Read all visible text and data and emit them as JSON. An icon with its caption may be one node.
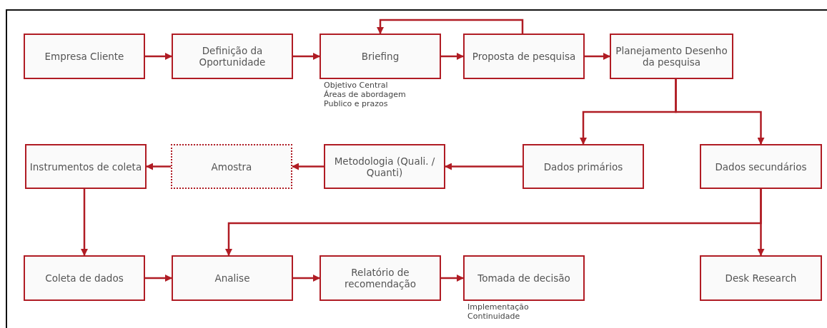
{
  "diagram": {
    "nodes": [
      {
        "text": [
          "Empresa Cliente"
        ]
      },
      {
        "text": [
          "Definição da Oportunidade"
        ]
      },
      {
        "text": [
          "Briefing"
        ],
        "beside": [
          "Objetivo Central",
          "Áreas de abordagem",
          "Publico e prazos"
        ]
      },
      {
        "text": [
          "Proposta de pesquisa"
        ]
      },
      {
        "text": [
          "Planejamento Desenho da pesquisa"
        ]
      },
      {
        "text": [
          "Instrumentos de coleta"
        ]
      },
      {
        "text": [
          "Amostra"
        ]
      },
      {
        "text": [
          "Metodologia (Quali. / Quanti)"
        ]
      },
      {
        "text": [
          "Dados primários"
        ]
      },
      {
        "text": [
          "Dados secundários"
        ]
      },
      {
        "text": [
          "Coleta de dados"
        ]
      },
      {
        "text": [
          "Analise"
        ]
      },
      {
        "text": [
          "Relatório de recomendação"
        ]
      },
      {
        "text": [
          "Tomada de decisão"
        ],
        "beside": [
          "Implementação",
          "Continuidade"
        ]
      },
      {
        "text": [
          "Desk Research"
        ]
      }
    ],
    "edges": [
      {
        "from": 0,
        "to": 1,
        "arrow": "to"
      },
      {
        "from": 1,
        "to": 2,
        "arrow": "to"
      },
      {
        "from": 2,
        "to": 3,
        "arrow": "to"
      },
      {
        "from": 3,
        "to": 2,
        "arrow": "to"
      },
      {
        "from": 3,
        "to": 4,
        "arrow": "to"
      },
      {
        "from": 4,
        "to": 8,
        "arrow": "to"
      },
      {
        "from": 4,
        "to": 9,
        "arrow": "to"
      },
      {
        "from": 8,
        "to": 7,
        "arrow": "to"
      },
      {
        "from": 7,
        "to": 6,
        "arrow": "to"
      },
      {
        "from": 6,
        "to": 5,
        "arrow": "to"
      },
      {
        "from": 5,
        "to": 10,
        "arrow": "to"
      },
      {
        "from": 10,
        "to": 11,
        "arrow": "to"
      },
      {
        "from": 11,
        "to": 12,
        "arrow": "to"
      },
      {
        "from": 12,
        "to": 13,
        "arrow": "to"
      },
      {
        "from": 9,
        "to": 14,
        "arrow": "to"
      },
      {
        "from": 9,
        "to": 11,
        "arrow": "to"
      }
    ]
  }
}
